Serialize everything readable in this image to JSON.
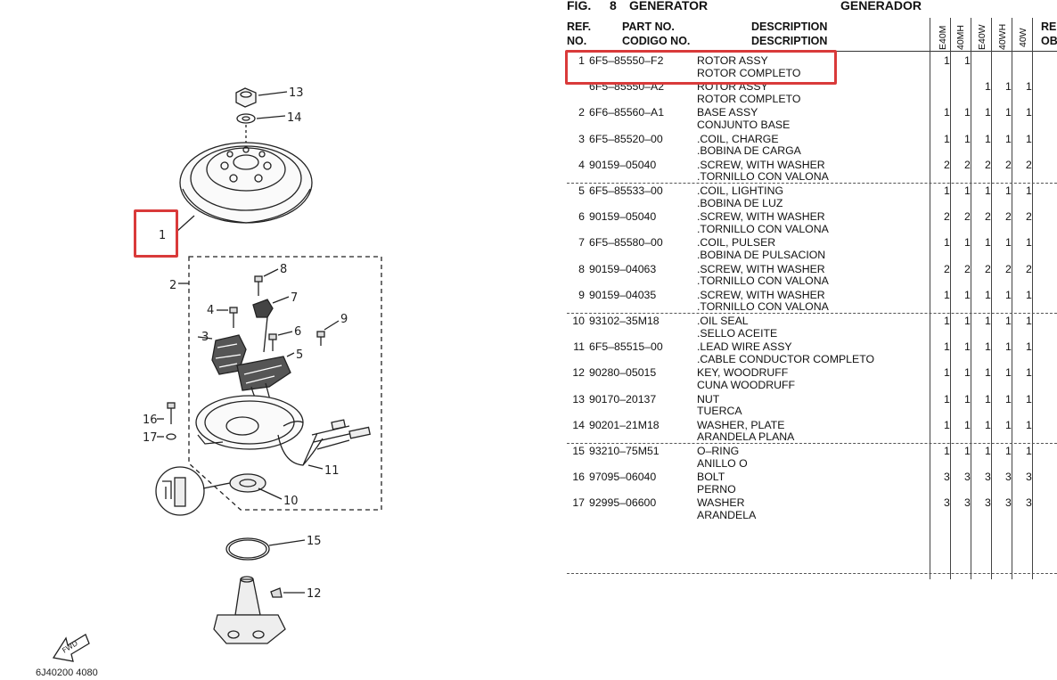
{
  "figure": {
    "fig_label": "FIG.",
    "fig_number": "8",
    "title_en": "GENERATOR",
    "title_es": "GENERADOR"
  },
  "headers": {
    "ref_en": "REF.",
    "ref_es": "NO.",
    "part_en": "PART NO.",
    "part_es": "CODIGO NO.",
    "desc_en": "DESCRIPTION",
    "desc_es": "DESCRIPTION",
    "models": [
      "E40M",
      "40MH",
      "E40W",
      "40WH",
      "40W"
    ],
    "remarks_en": "RE",
    "remarks_es": "OB"
  },
  "parts": [
    {
      "ref": "1",
      "part": "6F5–85550–F2",
      "desc1": "ROTOR ASSY",
      "desc2": "ROTOR COMPLETO",
      "qty": [
        "1",
        "1",
        "",
        "",
        ""
      ]
    },
    {
      "ref": "",
      "part": "6F5–85550–A2",
      "desc1": "ROTOR ASSY",
      "desc2": "ROTOR COMPLETO",
      "qty": [
        "",
        "",
        "1",
        "1",
        "1"
      ]
    },
    {
      "ref": "2",
      "part": "6F6–85560–A1",
      "desc1": "BASE ASSY",
      "desc2": "CONJUNTO BASE",
      "qty": [
        "1",
        "1",
        "1",
        "1",
        "1"
      ]
    },
    {
      "ref": "3",
      "part": "6F5–85520–00",
      "desc1": ".COIL, CHARGE",
      "desc2": ".BOBINA  DE CARGA",
      "qty": [
        "1",
        "1",
        "1",
        "1",
        "1"
      ]
    },
    {
      "ref": "4",
      "part": "90159–05040",
      "desc1": ".SCREW, WITH WASHER",
      "desc2": ".TORNILLO  CON VALONA",
      "qty": [
        "2",
        "2",
        "2",
        "2",
        "2"
      ]
    },
    {
      "ref": "5",
      "part": "6F5–85533–00",
      "desc1": ".COIL, LIGHTING",
      "desc2": ".BOBINA DE LUZ",
      "qty": [
        "1",
        "1",
        "1",
        "1",
        "1"
      ]
    },
    {
      "ref": "6",
      "part": "90159–05040",
      "desc1": ".SCREW, WITH WASHER",
      "desc2": ".TORNILLO  CON VALONA",
      "qty": [
        "2",
        "2",
        "2",
        "2",
        "2"
      ]
    },
    {
      "ref": "7",
      "part": "6F5–85580–00",
      "desc1": ".COIL, PULSER",
      "desc2": ".BOBINA DE PULSACION",
      "qty": [
        "1",
        "1",
        "1",
        "1",
        "1"
      ]
    },
    {
      "ref": "8",
      "part": "90159–04063",
      "desc1": ".SCREW, WITH WASHER",
      "desc2": ".TORNILLO  CON VALONA",
      "qty": [
        "2",
        "2",
        "2",
        "2",
        "2"
      ]
    },
    {
      "ref": "9",
      "part": "90159–04035",
      "desc1": ".SCREW, WITH WASHER",
      "desc2": ".TORNILLO  CON VALONA",
      "qty": [
        "1",
        "1",
        "1",
        "1",
        "1"
      ]
    },
    {
      "ref": "10",
      "part": "93102–35M18",
      "desc1": ".OIL SEAL",
      "desc2": ".SELLO ACEITE",
      "qty": [
        "1",
        "1",
        "1",
        "1",
        "1"
      ]
    },
    {
      "ref": "11",
      "part": "6F5–85515–00",
      "desc1": ".LEAD WIRE ASSY",
      "desc2": ".CABLE CONDUCTOR COMPLETO",
      "qty": [
        "1",
        "1",
        "1",
        "1",
        "1"
      ]
    },
    {
      "ref": "12",
      "part": "90280–05015",
      "desc1": "KEY, WOODRUFF",
      "desc2": "CUNA WOODRUFF",
      "qty": [
        "1",
        "1",
        "1",
        "1",
        "1"
      ]
    },
    {
      "ref": "13",
      "part": "90170–20137",
      "desc1": "NUT",
      "desc2": "TUERCA",
      "qty": [
        "1",
        "1",
        "1",
        "1",
        "1"
      ]
    },
    {
      "ref": "14",
      "part": "90201–21M18",
      "desc1": "WASHER, PLATE",
      "desc2": "ARANDELA PLANA",
      "qty": [
        "1",
        "1",
        "1",
        "1",
        "1"
      ]
    },
    {
      "ref": "15",
      "part": "93210–75M51",
      "desc1": "O–RING",
      "desc2": "ANILLO O",
      "qty": [
        "1",
        "1",
        "1",
        "1",
        "1"
      ]
    },
    {
      "ref": "16",
      "part": "97095–06040",
      "desc1": "BOLT",
      "desc2": "PERNO",
      "qty": [
        "3",
        "3",
        "3",
        "3",
        "3"
      ]
    },
    {
      "ref": "17",
      "part": "92995–06600",
      "desc1": "WASHER",
      "desc2": "ARANDELA",
      "qty": [
        "3",
        "3",
        "3",
        "3",
        "3"
      ]
    }
  ],
  "diagram": {
    "callouts": [
      "1",
      "2",
      "3",
      "4",
      "5",
      "6",
      "7",
      "8",
      "9",
      "10",
      "11",
      "12",
      "13",
      "14",
      "15",
      "16",
      "17"
    ],
    "fwd_label": "FWD",
    "drawing_code": "6J40200 4080"
  },
  "highlight_color": "#d93a3a"
}
